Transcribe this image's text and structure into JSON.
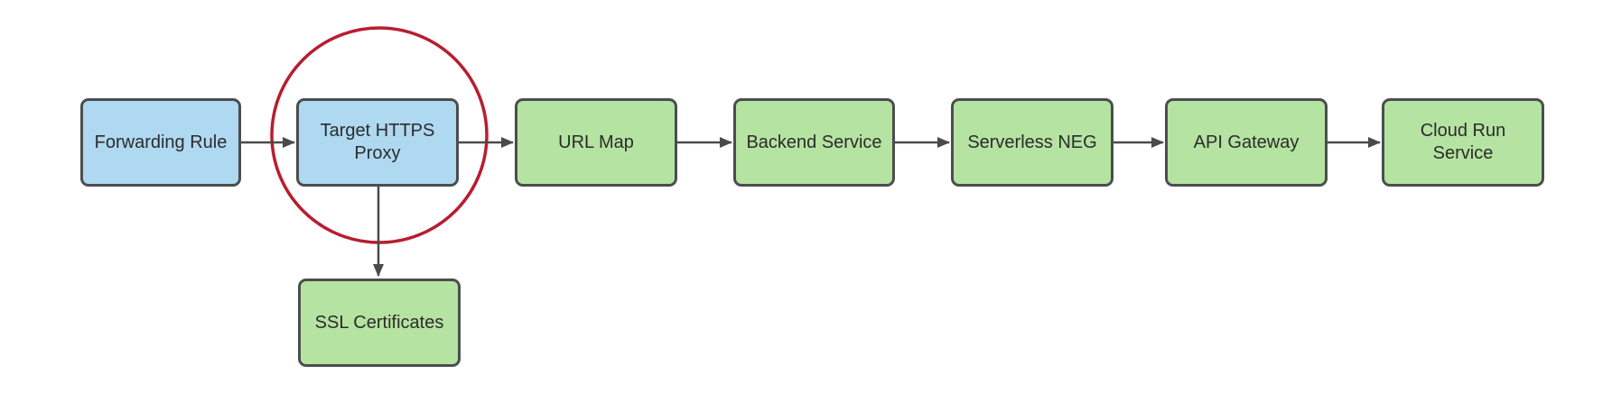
{
  "diagram": {
    "type": "flowchart",
    "background": "#ffffff",
    "colors": {
      "blue_node_fill": "#afd8f1",
      "green_node_fill": "#b5e3a1",
      "node_border": "#4b4d4f",
      "arrow": "#4a4a4a",
      "highlight_circle": "#b81d2e",
      "label_text": "#2b2b2b"
    },
    "nodes": [
      {
        "id": "forwarding-rule",
        "label": "Forwarding Rule",
        "fill": "blue",
        "highlighted": false
      },
      {
        "id": "target-https-proxy",
        "label": "Target HTTPS\nProxy",
        "fill": "blue",
        "highlighted": true
      },
      {
        "id": "url-map",
        "label": "URL Map",
        "fill": "green",
        "highlighted": false
      },
      {
        "id": "backend-service",
        "label": "Backend Service",
        "fill": "green",
        "highlighted": false
      },
      {
        "id": "serverless-neg",
        "label": "Serverless NEG",
        "fill": "green",
        "highlighted": false
      },
      {
        "id": "api-gateway",
        "label": "API Gateway",
        "fill": "green",
        "highlighted": false
      },
      {
        "id": "cloud-run-service",
        "label": "Cloud Run\nService",
        "fill": "green",
        "highlighted": false
      },
      {
        "id": "ssl-certificates",
        "label": "SSL Certificates",
        "fill": "green",
        "highlighted": false
      }
    ],
    "edges": [
      {
        "from": "forwarding-rule",
        "to": "target-https-proxy",
        "direction": "right"
      },
      {
        "from": "target-https-proxy",
        "to": "url-map",
        "direction": "right"
      },
      {
        "from": "url-map",
        "to": "backend-service",
        "direction": "right"
      },
      {
        "from": "backend-service",
        "to": "serverless-neg",
        "direction": "right"
      },
      {
        "from": "serverless-neg",
        "to": "api-gateway",
        "direction": "right"
      },
      {
        "from": "api-gateway",
        "to": "cloud-run-service",
        "direction": "right"
      },
      {
        "from": "target-https-proxy",
        "to": "ssl-certificates",
        "direction": "down"
      }
    ],
    "annotation": {
      "shape": "circle",
      "around": "target-https-proxy"
    }
  }
}
